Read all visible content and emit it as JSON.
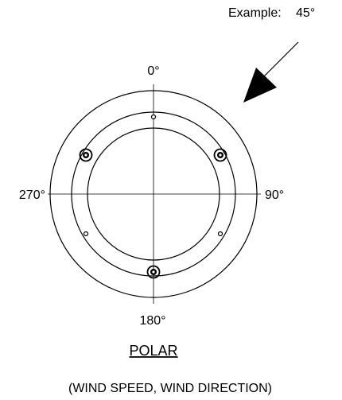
{
  "example_label": "Example:",
  "example_angle": "45°",
  "angles": {
    "top": "0°",
    "right": "90°",
    "bottom": "180°",
    "left": "270°"
  },
  "title": "POLAR",
  "subtitle": "(WIND SPEED, WIND DIRECTION)"
}
